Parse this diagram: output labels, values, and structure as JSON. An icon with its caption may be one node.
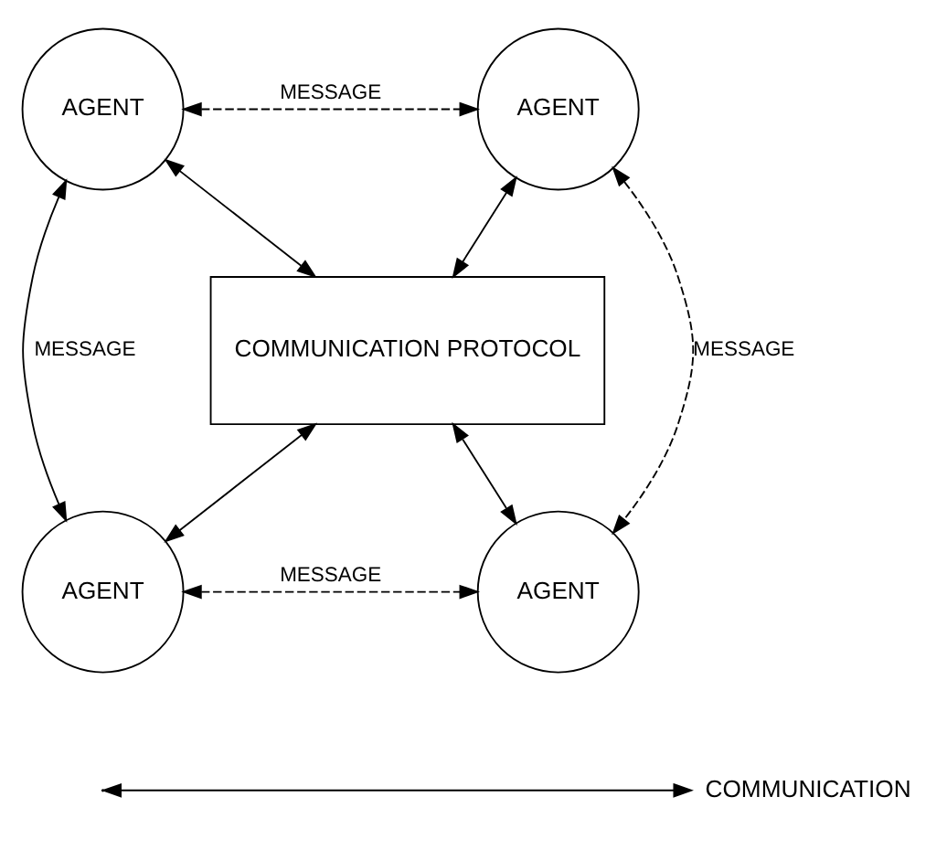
{
  "diagram": {
    "nodes": [
      {
        "text": [
          "AGENT"
        ]
      },
      {
        "text": [
          "AGENT"
        ]
      },
      {
        "text": [
          "COMMUNICATION PROTOCOL"
        ]
      },
      {
        "text": [
          "AGENT"
        ]
      },
      {
        "text": [
          "AGENT"
        ]
      }
    ],
    "edges": [
      {
        "from": 0,
        "to": 1,
        "arrow": "both",
        "style": "dashed",
        "label": "MESSAGE"
      },
      {
        "from": 0,
        "to": 3,
        "arrow": "both",
        "label": "MESSAGE"
      },
      {
        "from": 1,
        "to": 4,
        "arrow": "both",
        "style": "dashed",
        "label": "MESSAGE"
      },
      {
        "from": 3,
        "to": 4,
        "arrow": "both",
        "style": "dashed",
        "label": "MESSAGE"
      },
      {
        "from": 0,
        "to": 2,
        "arrow": "both"
      },
      {
        "from": 1,
        "to": 2,
        "arrow": "both"
      },
      {
        "from": 3,
        "to": 2,
        "arrow": "both"
      },
      {
        "from": 4,
        "to": 2,
        "arrow": "both"
      }
    ],
    "legend": [
      {
        "text": "COMMUNICATION"
      }
    ]
  }
}
